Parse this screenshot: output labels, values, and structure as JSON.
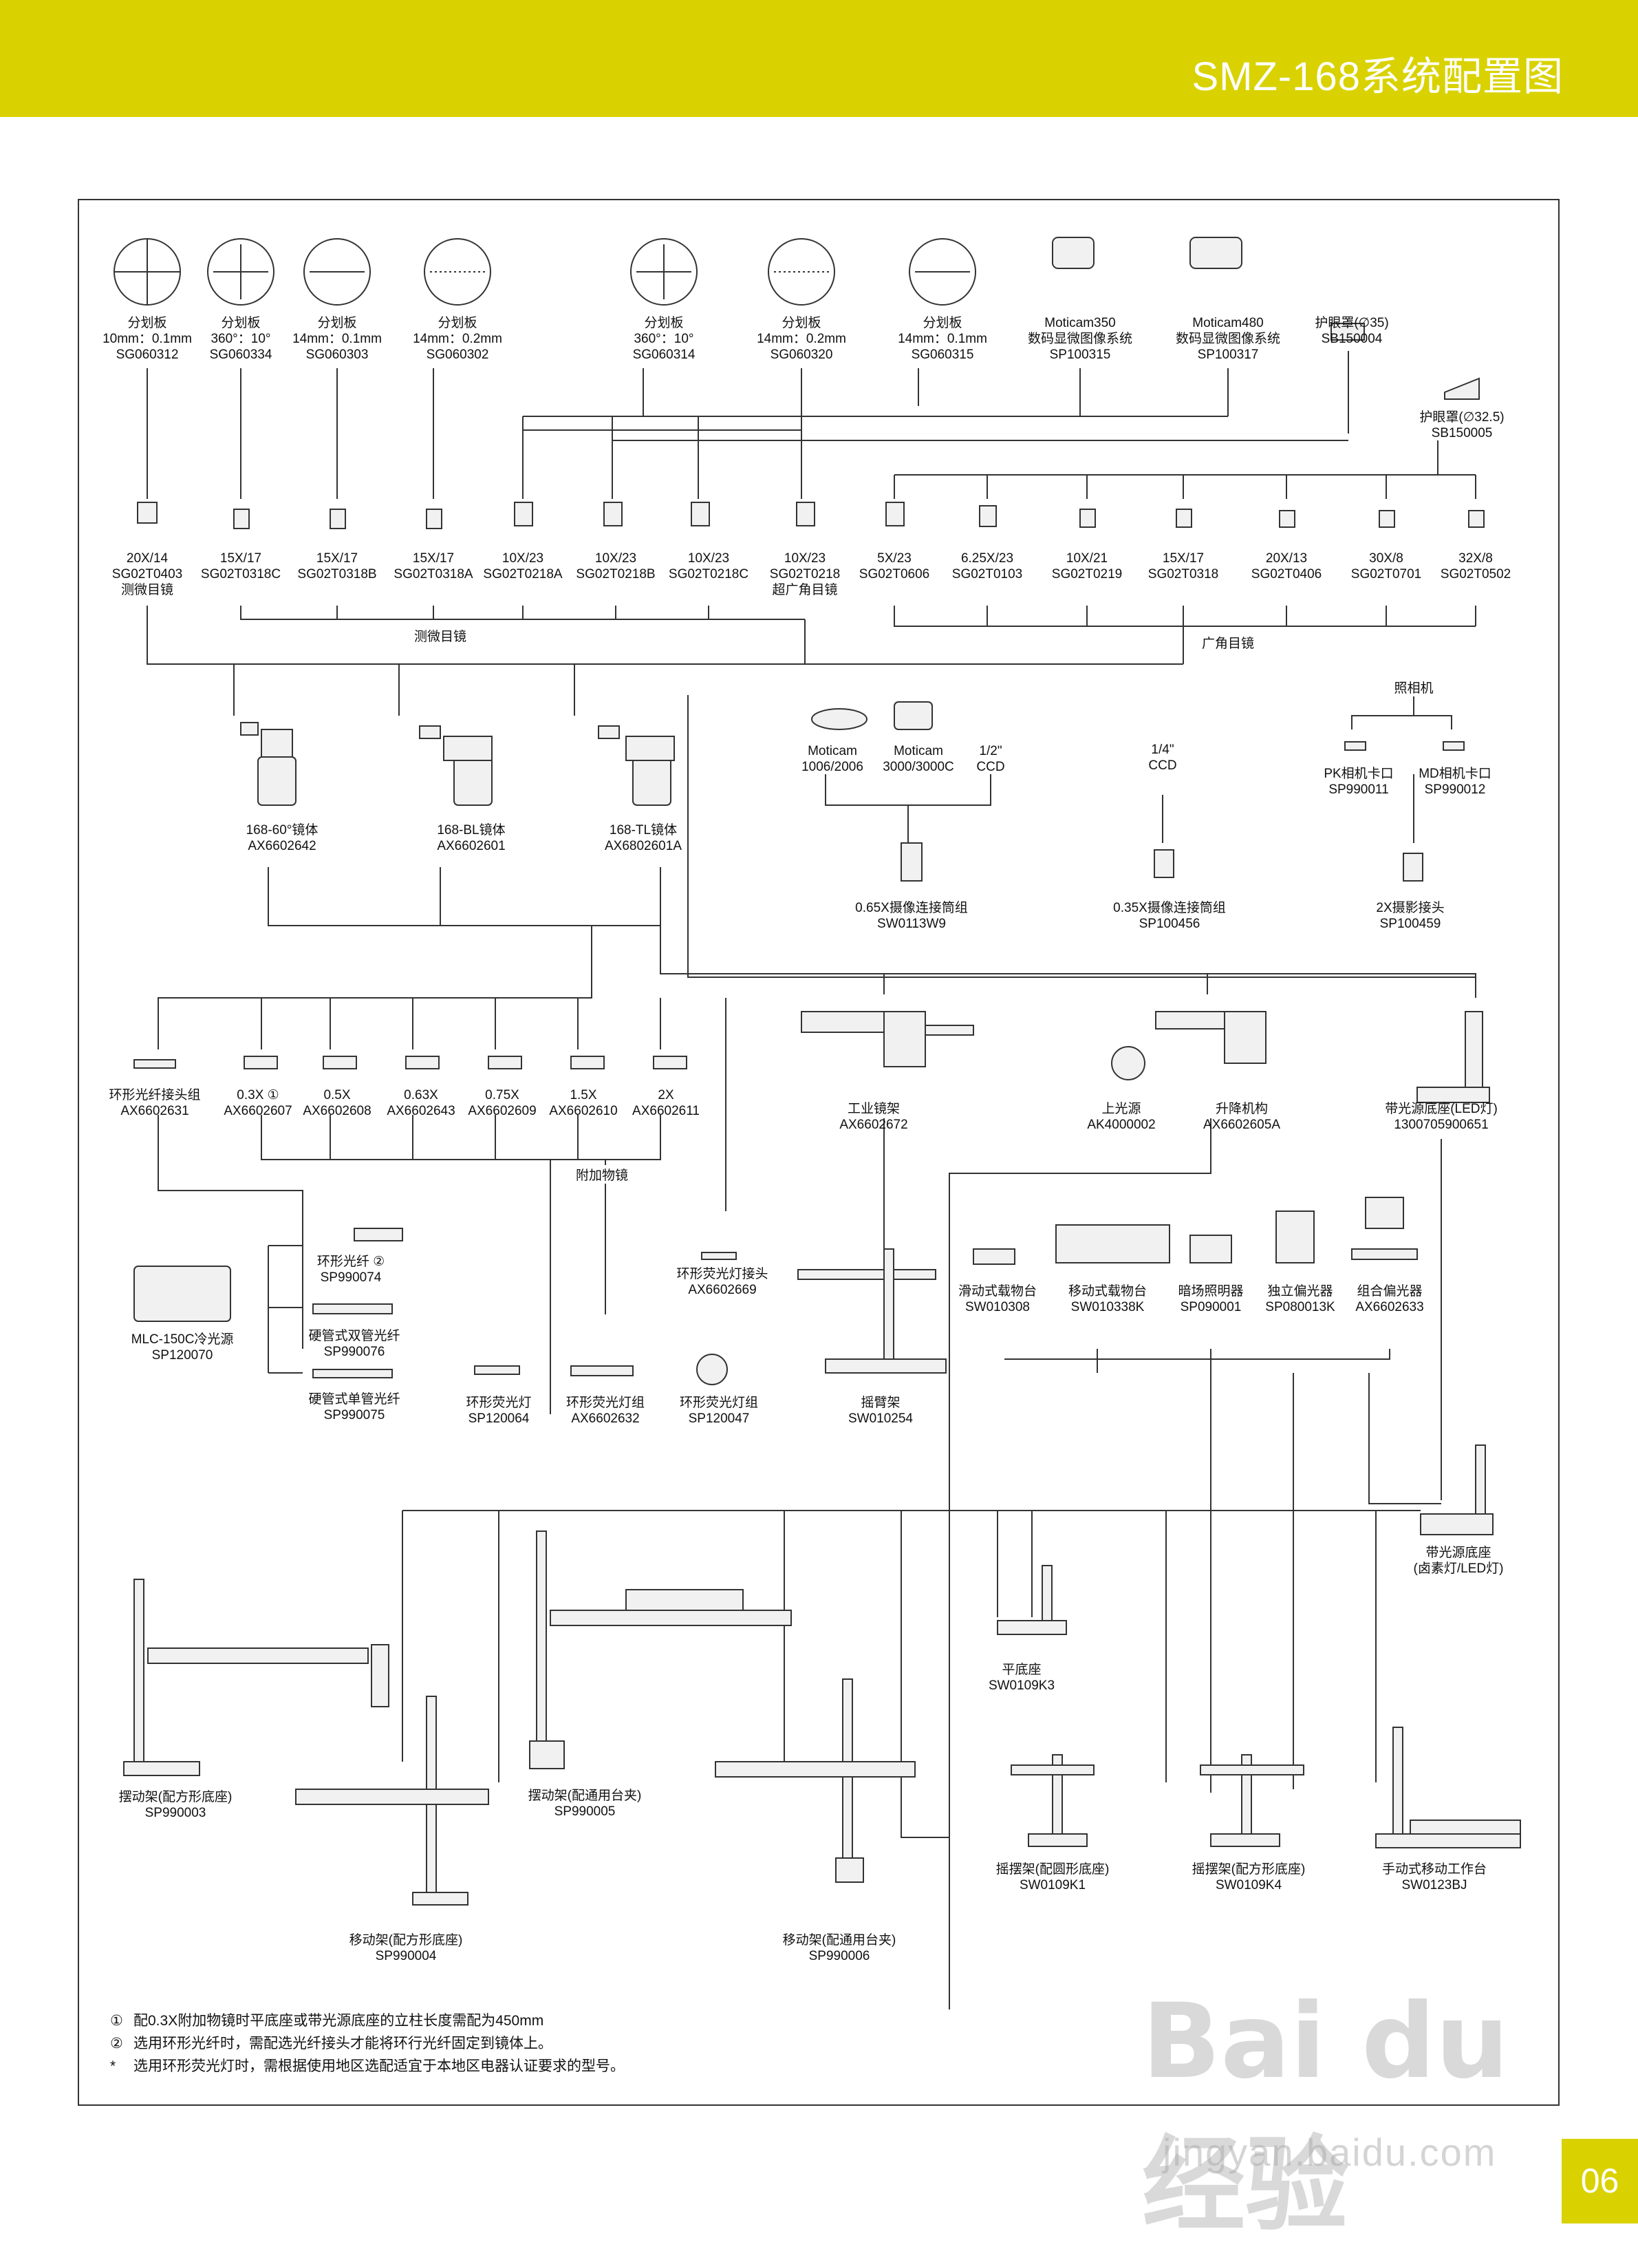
{
  "header": {
    "title": "SMZ-168系统配置图"
  },
  "page_number": "06",
  "watermark": {
    "logo": "Bai du 经验",
    "url": "jingyan.baidu.com"
  },
  "notes": [
    {
      "mark": "①",
      "text": "配0.3X附加物镜时平底座或带光源底座的立柱长度需配为450mm"
    },
    {
      "mark": "②",
      "text": "选用环形光纤时，需配选光纤接头才能将环行光纤固定到镜体上。"
    },
    {
      "mark": "*",
      "text": "选用环形荧光灯时，需根据使用地区选配适宜于本地区电器认证要求的型号。"
    }
  ],
  "groups": {
    "measuring_eyepieces": "测微目镜",
    "wide_eyepieces": "广角目镜",
    "aux_objectives": "附加物镜",
    "camera": "照相机"
  },
  "reticles": [
    {
      "name": "分划板",
      "spec": "10mm：0.1mm",
      "code": "SG060312"
    },
    {
      "name": "分划板",
      "spec": "360°：10°",
      "code": "SG060334"
    },
    {
      "name": "分划板",
      "spec": "14mm：0.1mm",
      "code": "SG060303"
    },
    {
      "name": "分划板",
      "spec": "14mm：0.2mm",
      "code": "SG060302"
    },
    {
      "name": "分划板",
      "spec": "360°：10°",
      "code": "SG060314"
    },
    {
      "name": "分划板",
      "spec": "14mm：0.2mm",
      "code": "SG060320"
    },
    {
      "name": "分划板",
      "spec": "14mm：0.1mm",
      "code": "SG060315"
    }
  ],
  "top_devices": [
    {
      "name": "Moticam350",
      "desc": "数码显微图像系统",
      "code": "SP100315"
    },
    {
      "name": "Moticam480",
      "desc": "数码显微图像系统",
      "code": "SP100317"
    },
    {
      "name": "护眼罩(∅35)",
      "code": "SB150004"
    },
    {
      "name": "护眼罩(∅32.5)",
      "code": "SB150005"
    }
  ],
  "eyepieces": [
    {
      "spec": "20X/14",
      "code": "SG02T0403",
      "note": "测微目镜"
    },
    {
      "spec": "15X/17",
      "code": "SG02T0318C"
    },
    {
      "spec": "15X/17",
      "code": "SG02T0318B"
    },
    {
      "spec": "15X/17",
      "code": "SG02T0318A"
    },
    {
      "spec": "10X/23",
      "code": "SG02T0218A"
    },
    {
      "spec": "10X/23",
      "code": "SG02T0218B"
    },
    {
      "spec": "10X/23",
      "code": "SG02T0218C"
    },
    {
      "spec": "10X/23",
      "code": "SG02T0218",
      "note": "超广角目镜"
    },
    {
      "spec": "5X/23",
      "code": "SG02T0606"
    },
    {
      "spec": "6.25X/23",
      "code": "SG02T0103"
    },
    {
      "spec": "10X/21",
      "code": "SG02T0219"
    },
    {
      "spec": "15X/17",
      "code": "SG02T0318"
    },
    {
      "spec": "20X/13",
      "code": "SG02T0406"
    },
    {
      "spec": "30X/8",
      "code": "SG02T0701"
    },
    {
      "spec": "32X/8",
      "code": "SG02T0502"
    }
  ],
  "bodies": [
    {
      "name": "168-60°镜体",
      "code": "AX6602642"
    },
    {
      "name": "168-BL镜体",
      "code": "AX6602601"
    },
    {
      "name": "168-TL镜体",
      "code": "AX6802601A"
    }
  ],
  "cameras": [
    {
      "line1": "Moticam",
      "line2": "1006/2006"
    },
    {
      "line1": "Moticam",
      "line2": "3000/3000C"
    },
    {
      "line1": "1/2\"",
      "line2": "CCD"
    },
    {
      "line1": "1/4\"",
      "line2": "CCD"
    },
    {
      "line1": "PK相机卡口",
      "line2": "SP990011"
    },
    {
      "line1": "MD相机卡口",
      "line2": "SP990012"
    }
  ],
  "adapters": [
    {
      "name": "0.65X摄像连接筒组",
      "code": "SW0113W9"
    },
    {
      "name": "0.35X摄像连接筒组",
      "code": "SP100456"
    },
    {
      "name": "2X摄影接头",
      "code": "SP100459"
    }
  ],
  "objectives": [
    {
      "name": "环形光纤接头组",
      "code": "AX6602631"
    },
    {
      "name": "0.3X ①",
      "code": "AX6602607"
    },
    {
      "name": "0.5X",
      "code": "AX6602608"
    },
    {
      "name": "0.63X",
      "code": "AX6602643"
    },
    {
      "name": "0.75X",
      "code": "AX6602609"
    },
    {
      "name": "1.5X",
      "code": "AX6602610"
    },
    {
      "name": "2X",
      "code": "AX6602611"
    }
  ],
  "stands_top": [
    {
      "name": "工业镜架",
      "code": "AX6602672"
    },
    {
      "name": "上光源",
      "code": "AK4000002"
    },
    {
      "name": "升降机构",
      "code": "AX6602605A"
    },
    {
      "name": "带光源底座(LED灯)",
      "code": "1300705900651"
    }
  ],
  "lighting": [
    {
      "name": "环形光纤 ②",
      "code": "SP990074"
    },
    {
      "name": "硬管式双管光纤",
      "code": "SP990076"
    },
    {
      "name": "硬管式单管光纤",
      "code": "SP990075"
    },
    {
      "name": "MLC-150C冷光源",
      "code": "SP120070"
    },
    {
      "name": "环形荧光灯",
      "code": "SP120064"
    },
    {
      "name": "环形荧光灯组",
      "code": "AX6602632"
    },
    {
      "name": "环形荧光灯组",
      "code": "SP120047"
    },
    {
      "name": "环形荧光灯接头",
      "code": "AX6602669"
    },
    {
      "name": "摇臂架",
      "code": "SW010254"
    }
  ],
  "stages": [
    {
      "name": "滑动式载物台",
      "code": "SW010308"
    },
    {
      "name": "移动式载物台",
      "code": "SW010338K"
    },
    {
      "name": "暗场照明器",
      "code": "SP090001"
    },
    {
      "name": "独立偏光器",
      "code": "SP080013K"
    },
    {
      "name": "组合偏光器",
      "code": "AX6602633"
    },
    {
      "name": "带光源底座",
      "code": "(卤素灯/LED灯)"
    }
  ],
  "bases": [
    {
      "name": "摆动架(配方形底座)",
      "code": "SP990003"
    },
    {
      "name": "摆动架(配通用台夹)",
      "code": "SP990005"
    },
    {
      "name": "移动架(配方形底座)",
      "code": "SP990004"
    },
    {
      "name": "移动架(配通用台夹)",
      "code": "SP990006"
    },
    {
      "name": "平底座",
      "code": "SW0109K3"
    },
    {
      "name": "摇摆架(配圆形底座)",
      "code": "SW0109K1"
    },
    {
      "name": "摇摆架(配方形底座)",
      "code": "SW0109K4"
    },
    {
      "name": "手动式移动工作台",
      "code": "SW0123BJ"
    }
  ]
}
